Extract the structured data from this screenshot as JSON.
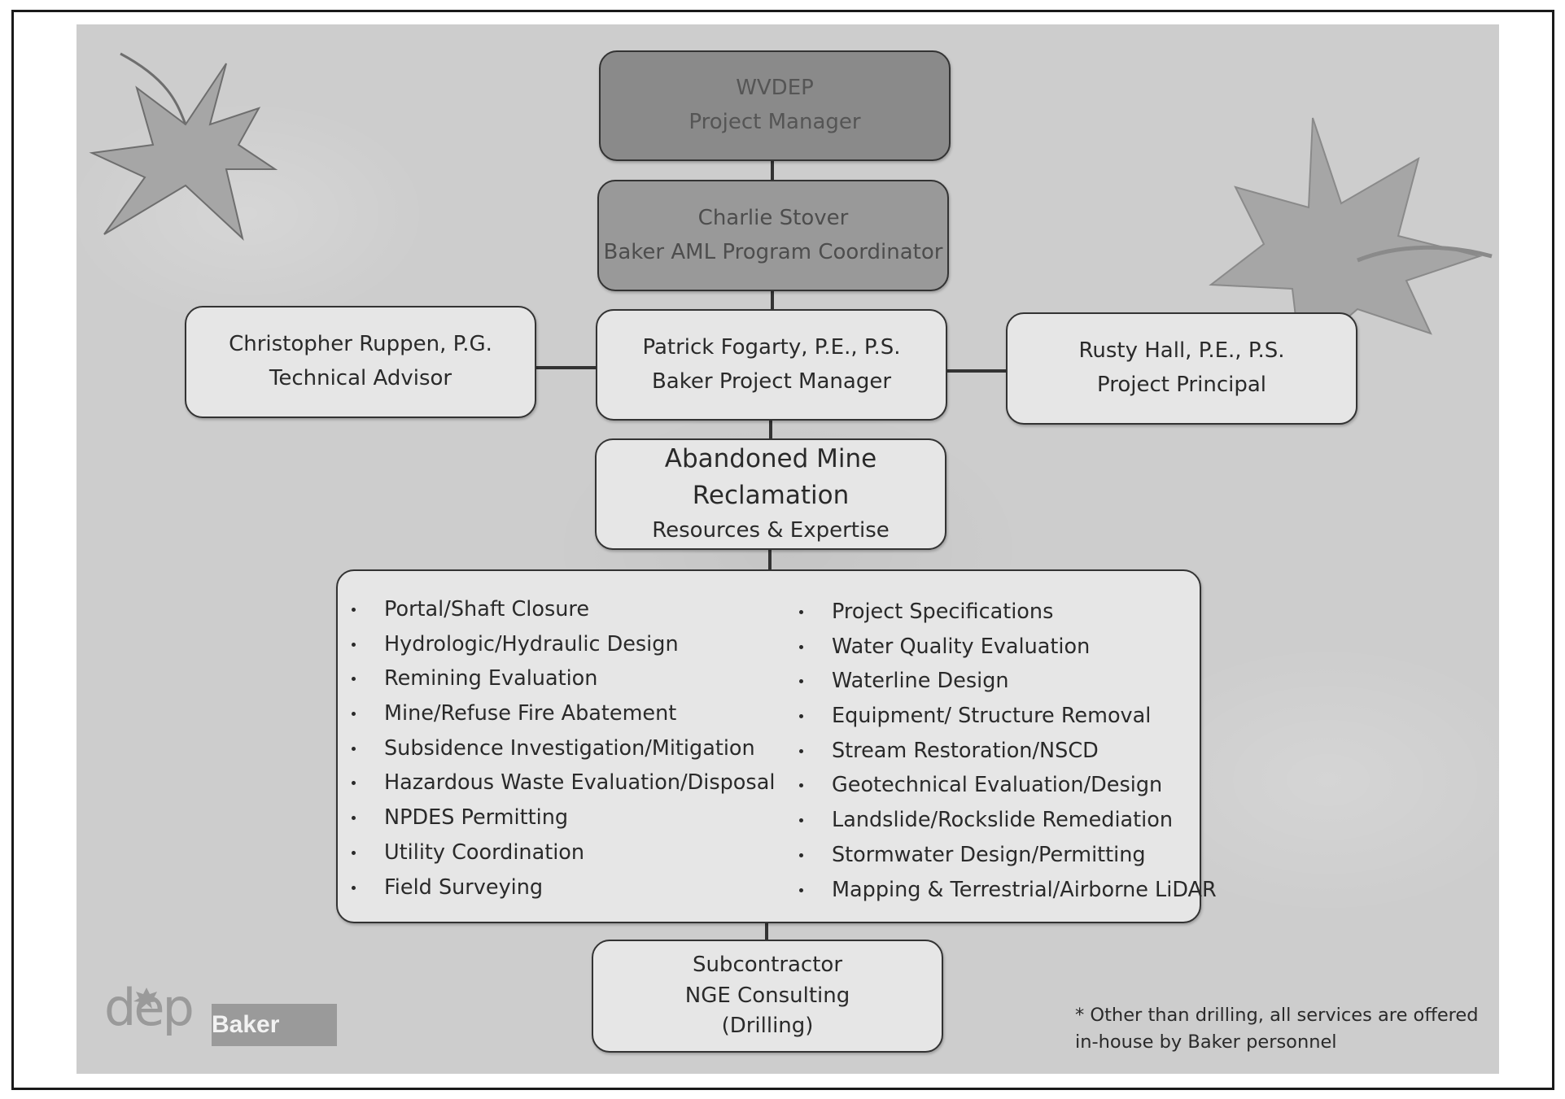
{
  "org_chart": {
    "top": {
      "line1": "WVDEP",
      "line2": "Project Manager"
    },
    "coordinator": {
      "name": "Charlie Stover",
      "title": "Baker AML Program Coordinator"
    },
    "left_advisor": {
      "name": "Christopher Ruppen, P.G.",
      "title": "Technical Advisor"
    },
    "manager": {
      "name": "Patrick Fogarty, P.E., P.S.",
      "title": "Baker Project Manager"
    },
    "right_principal": {
      "name": "Rusty Hall, P.E., P.S.",
      "title": "Project Principal"
    },
    "aml": {
      "title": "Abandoned Mine Reclamation",
      "subtitle": "Resources & Expertise"
    },
    "services_left": [
      "Portal/Shaft Closure",
      "Hydrologic/Hydraulic Design",
      "Remining Evaluation",
      "Mine/Refuse Fire Abatement",
      "Subsidence Investigation/Mitigation",
      "Hazardous Waste Evaluation/Disposal",
      "NPDES Permitting",
      "Utility Coordination",
      "Field Surveying"
    ],
    "services_right": [
      "Project Specifications",
      "Water Quality Evaluation",
      "Waterline Design",
      "Equipment/ Structure Removal",
      "Stream Restoration/NSCD",
      "Geotechnical Evaluation/Design",
      "Landslide/Rockslide Remediation",
      "Stormwater Design/Permitting",
      "Mapping & Terrestrial/Airborne LiDAR"
    ],
    "subcontractor": {
      "line1": "Subcontractor",
      "line2": "NGE Consulting",
      "line3": "(Drilling)"
    },
    "footnote": {
      "line1": "* Other than drilling, all services are offered",
      "line2": "in-house by Baker personnel"
    }
  },
  "logos": {
    "dep": "dep",
    "baker": "Baker"
  },
  "colors": {
    "panel": "#cdcdcd",
    "box": "#e6e6e6",
    "dark_box": "#8a8a8a",
    "leaf": "#a6a6a6"
  }
}
